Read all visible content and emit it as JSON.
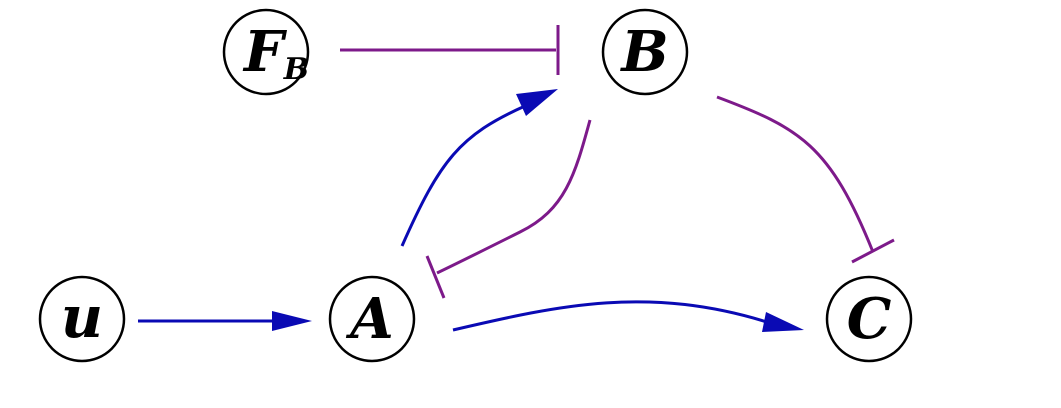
{
  "colors": {
    "activation": "#0a0ab4",
    "inhibition": "#7d1a8a",
    "node_stroke": "#000000"
  },
  "nodes": {
    "fb": {
      "main": "F",
      "sub": "B"
    },
    "b": {
      "label": "B"
    },
    "u": {
      "label": "u"
    },
    "a": {
      "label": "A"
    },
    "c": {
      "label": "C"
    }
  },
  "edges": [
    {
      "from": "F_B",
      "to": "B",
      "type": "inhibition"
    },
    {
      "from": "u",
      "to": "A",
      "type": "activation"
    },
    {
      "from": "A",
      "to": "B",
      "type": "activation"
    },
    {
      "from": "B",
      "to": "A",
      "type": "inhibition"
    },
    {
      "from": "A",
      "to": "C",
      "type": "activation"
    },
    {
      "from": "B",
      "to": "C",
      "type": "inhibition"
    }
  ]
}
